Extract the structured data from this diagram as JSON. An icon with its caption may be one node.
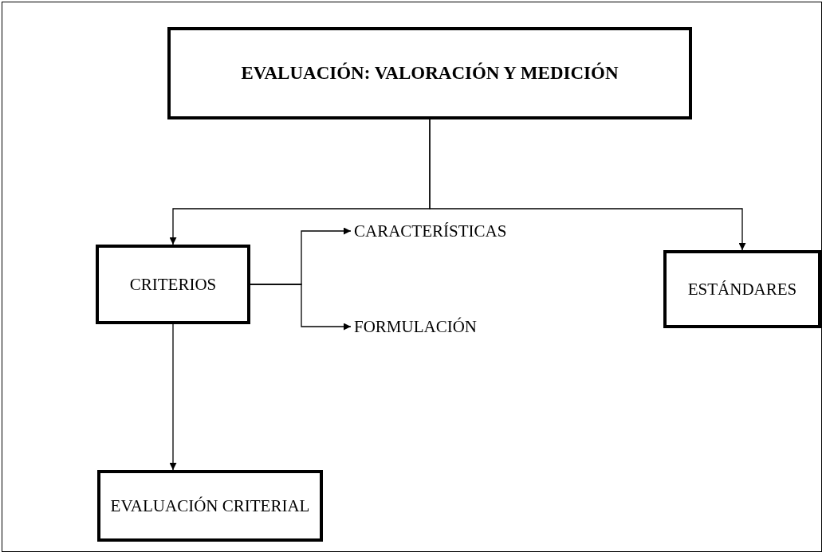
{
  "diagram": {
    "nodes": [
      {
        "text": [
          "EVALUACIÓN: VALORACIÓN Y MEDICIÓN"
        ]
      },
      {
        "text": [
          "CRITERIOS"
        ]
      },
      {
        "text": [
          "ESTÁNDARES"
        ]
      },
      {
        "text": [
          "CARACTERÍSTICAS"
        ]
      },
      {
        "text": [
          "FORMULACIÓN"
        ]
      },
      {
        "text": [
          "EVALUACIÓN CRITERIAL"
        ]
      }
    ],
    "edges": [
      {
        "from": 0,
        "to": 1,
        "arrow": "to"
      },
      {
        "from": 0,
        "to": 2,
        "arrow": "to"
      },
      {
        "from": 1,
        "to": 3,
        "arrow": "to"
      },
      {
        "from": 1,
        "to": 4,
        "arrow": "to"
      },
      {
        "from": 1,
        "to": 5,
        "arrow": "to"
      }
    ]
  }
}
